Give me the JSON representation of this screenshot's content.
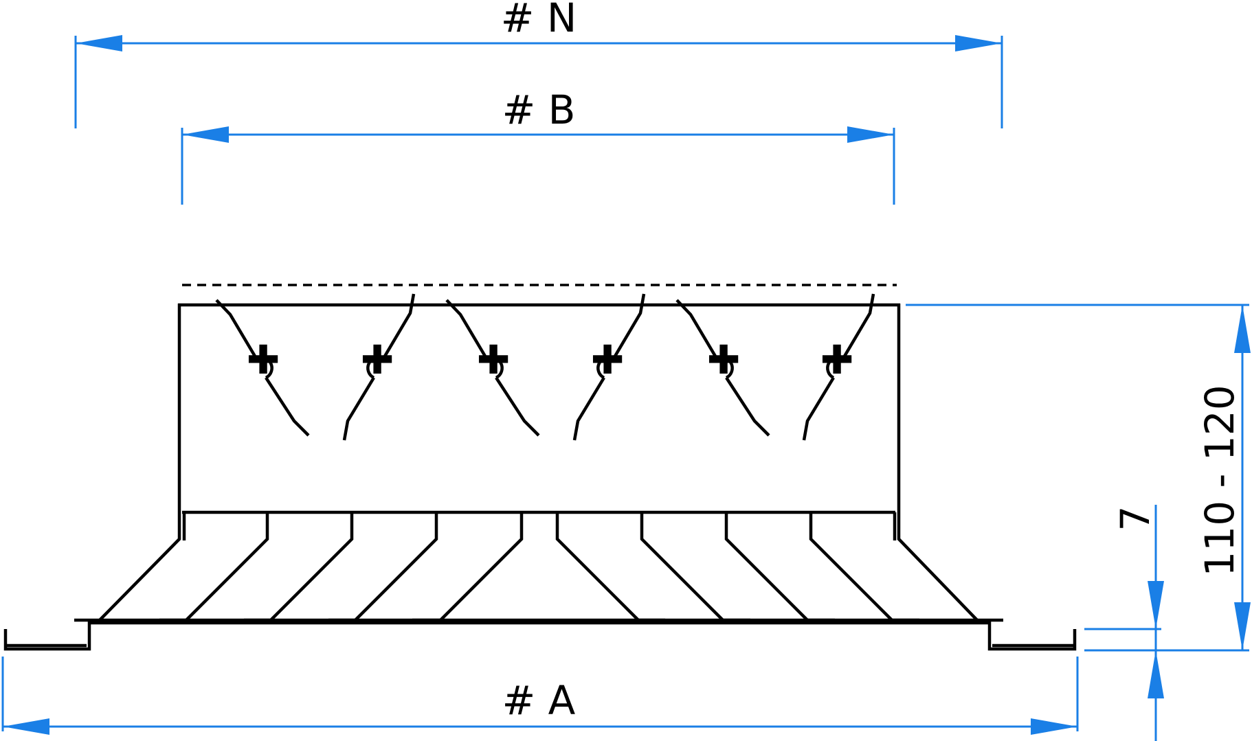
{
  "drawing": {
    "dimension_labels": {
      "overall_width": "# N",
      "inner_width": "# B",
      "base_width": "# A",
      "height_range": "110 - 120",
      "flange_thickness": "7"
    },
    "colors": {
      "dimension_line": "#1a7fe6",
      "geometry_line": "#000000",
      "background": "#ffffff"
    },
    "blade_count": 6,
    "vane_count": 10
  }
}
